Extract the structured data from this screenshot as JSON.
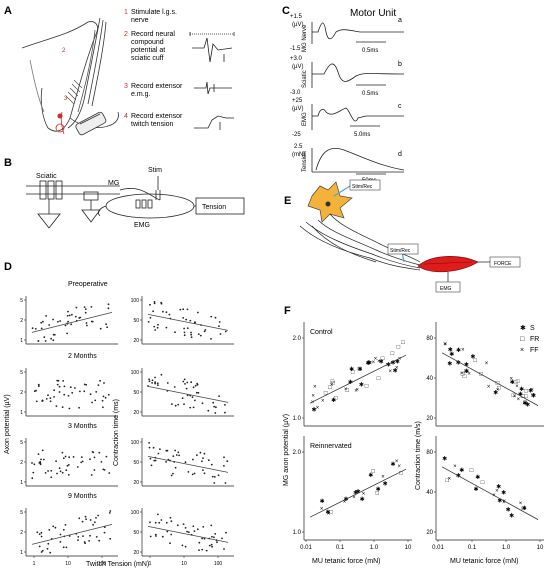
{
  "panels": {
    "A": {
      "label": "A",
      "steps": [
        {
          "num": "1",
          "text": [
            "Stimulate l.g.s.",
            "nerve"
          ]
        },
        {
          "num": "2",
          "text": [
            "Record neural",
            "compound",
            "potential at",
            "sciatic cuff"
          ]
        },
        {
          "num": "3",
          "text": [
            "Record extensor",
            "e.m.g."
          ]
        },
        {
          "num": "4",
          "text": [
            "Record extensor",
            "twitch tension"
          ]
        }
      ],
      "markers": [
        "2",
        "3"
      ]
    },
    "B": {
      "label": "B",
      "sciatic": "Sciatic",
      "mg": "MG",
      "stim": "Stim",
      "emg": "EMG",
      "tension": "Tension"
    },
    "C": {
      "label": "C",
      "title": "Motor Unit",
      "rows": [
        {
          "ylabel": "MG Nerve",
          "tick_top": "+1.5",
          "unit": "(µV)",
          "tick_bot": "-1.5",
          "letter": "a",
          "scale": "0.5ms"
        },
        {
          "ylabel": "Sciatic",
          "tick_top": "+3.0",
          "unit": "(µV)",
          "tick_bot": "-3.0",
          "letter": "b",
          "scale": "0.5ms"
        },
        {
          "ylabel": "EMG",
          "tick_top": "+25",
          "unit": "(µV)",
          "tick_bot": "-25",
          "letter": "c",
          "scale": "5.0ms"
        },
        {
          "ylabel": "Tension",
          "tick_top": "2.5",
          "unit": "(mN)",
          "tick_bot": "",
          "letter": "d",
          "scale": "50ms"
        }
      ]
    },
    "D": {
      "label": "D",
      "titles": [
        "Preoperative",
        "2 Months",
        "3 Months",
        "9 Months"
      ],
      "ylabel_left": "Axon potential (µV)",
      "ylabel_right": "Contraction time (ms)",
      "xlabel": "Twitch Tension (mN)",
      "xticks": [
        "1",
        "10",
        "100"
      ],
      "left_yticks": [
        "5",
        "2",
        "1"
      ],
      "right_yticks": [
        "100",
        "50",
        "20"
      ]
    },
    "E": {
      "label": "E",
      "stim_rec_top": "Stim/Rec",
      "stim_rec_mid": "Stim/Rec",
      "force": "FORCE",
      "emg": "EMG"
    },
    "F": {
      "label": "F",
      "titles": [
        "Control",
        "Reinnervated"
      ],
      "ylabel_left": "MG axon potential (µV)",
      "ylabel_right": "Contraction time (m/s)",
      "xlabel": "MU tetanic force (mN)",
      "xticks": [
        "0.01",
        "0.1",
        "1.0",
        "10"
      ],
      "left_yticks": [
        "2.0",
        "1.0"
      ],
      "right_yticks": [
        "80",
        "40",
        "20"
      ],
      "legend": [
        {
          "symbol": "✱",
          "label": "S"
        },
        {
          "symbol": "□",
          "label": "FR"
        },
        {
          "symbol": "×",
          "label": "FF"
        }
      ]
    }
  }
}
